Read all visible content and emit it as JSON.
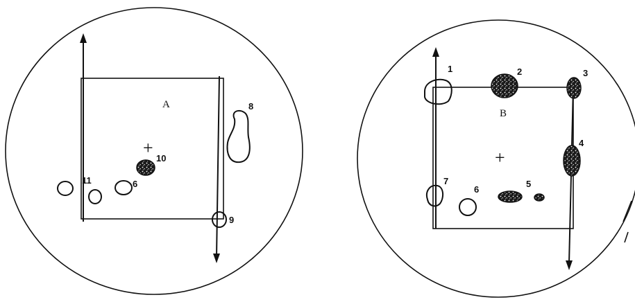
{
  "panels": [
    {
      "id": "A",
      "label": "A",
      "spots": [
        {
          "number": "8",
          "style": "open"
        },
        {
          "number": "9",
          "style": "open"
        },
        {
          "number": "10",
          "style": "filled"
        },
        {
          "number": "11",
          "style": "open"
        },
        {
          "number": "6",
          "style": "open"
        }
      ]
    },
    {
      "id": "B",
      "label": "B",
      "spots": [
        {
          "number": "1",
          "style": "open"
        },
        {
          "number": "2",
          "style": "filled"
        },
        {
          "number": "3",
          "style": "filled"
        },
        {
          "number": "4",
          "style": "filled"
        },
        {
          "number": "5",
          "style": "filled"
        },
        {
          "number": "6",
          "style": "open"
        },
        {
          "number": "7",
          "style": "open"
        }
      ]
    }
  ],
  "origin_marker": "+",
  "colors": {
    "ink": "#111111",
    "background": "#ffffff"
  }
}
